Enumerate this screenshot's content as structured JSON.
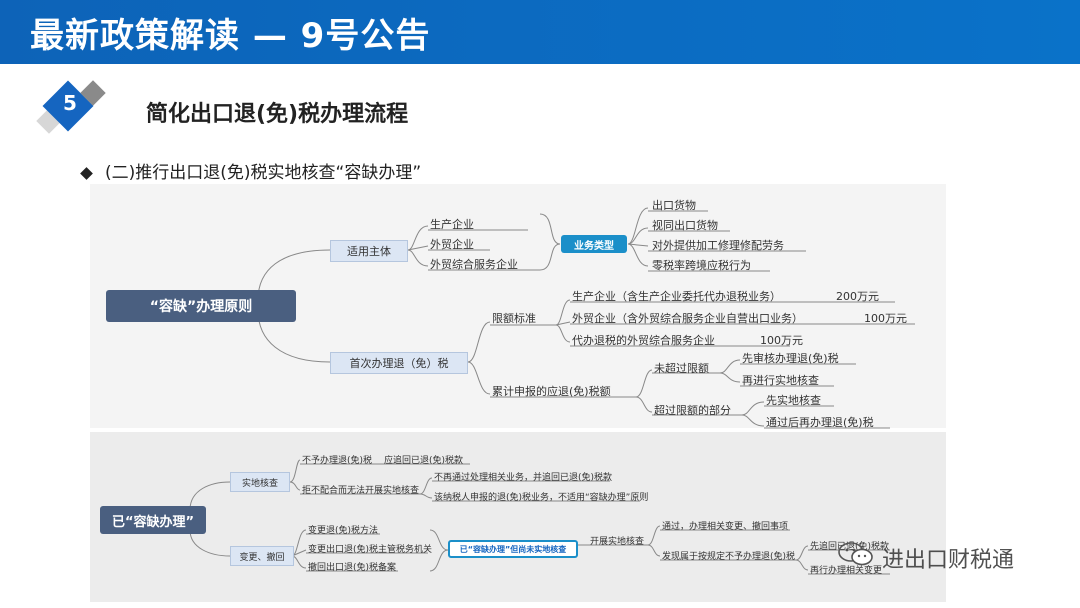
{
  "header": {
    "title": "最新政策解读 — 9号公告"
  },
  "section": {
    "number": "5",
    "title": "简化出口退(免)税办理流程"
  },
  "bullet": "(二)推行出口退(免)税实地核查“容缺办理”",
  "principle": {
    "root": "“容缺”办理原则",
    "scope_label": "适用主体",
    "scope_items": [
      "生产企业",
      "外贸企业",
      "外贸综合服务企业"
    ],
    "business_type": "业务类型",
    "business_items": [
      "出口货物",
      "视同出口货物",
      "对外提供加工修理修配劳务",
      "零税率跨境应税行为"
    ],
    "first_label": "首次办理退（免）税",
    "limit_label": "限额标准",
    "limit_items": [
      {
        "name": "生产企业（含生产企业委托代办退税业务）",
        "value": "200万元"
      },
      {
        "name": "外贸企业（含外贸综合服务企业自营出口业务）",
        "value": "100万元"
      },
      {
        "name": "代办退税的外贸综合服务企业",
        "value": "100万元"
      }
    ],
    "cumulative_label": "累计申报的应退(免)税额",
    "not_exceed": "未超过限额",
    "not_exceed_items": [
      "先审核办理退(免)税",
      "再进行实地核查"
    ],
    "exceed": "超过限额的部分",
    "exceed_items": [
      "先实地核查",
      "通过后再办理退(免)税"
    ]
  },
  "done": {
    "root": "已“容缺办理”",
    "check_label": "实地核查",
    "check_a": "不予办理退(免)税",
    "check_a_result": "应追回已退(免)税款",
    "check_b": "拒不配合而无法开展实地核查",
    "check_b_items": [
      "不再通过处理相关业务，并追回已退(免)税款",
      "该纳税人申报的退(免)税业务，不适用“容缺办理”原则"
    ],
    "change_label": "变更、撤回",
    "change_items": [
      "变更退(免)税方法",
      "变更出口退(免)税主管税务机关",
      "撤回出口退(免)税备案"
    ],
    "pending_tag": "已“容缺办理”但尚未实地核查",
    "start_check": "开展实地核查",
    "pass_text": "通过，办理相关变更、撤回事项",
    "fail_text": "发现属于按规定不予办理退(免)税",
    "fail_items": [
      "先追回已退(免)税款",
      "再行办理相关变更"
    ]
  },
  "watermark": "进出口财税通"
}
